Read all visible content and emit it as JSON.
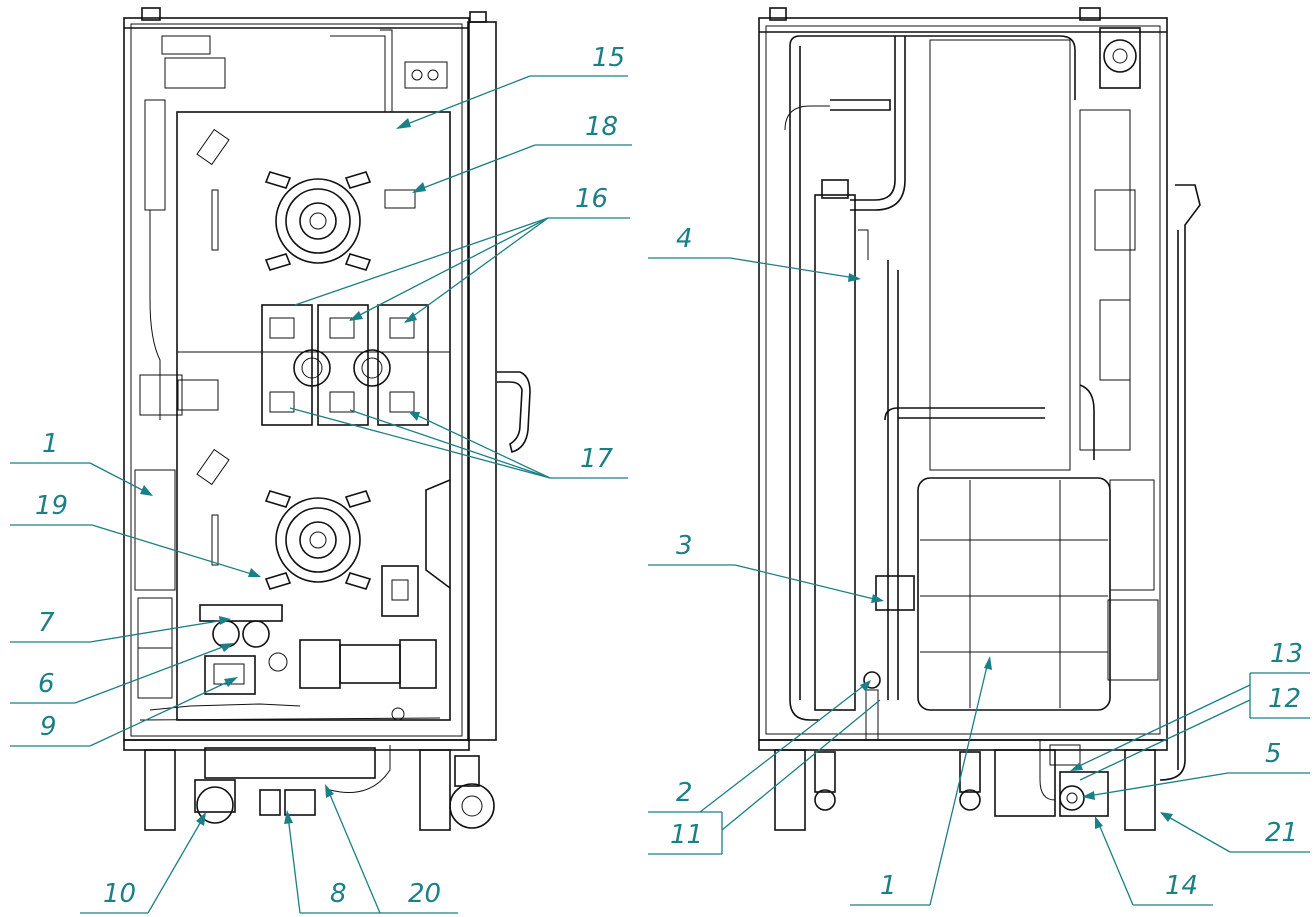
{
  "left_view": {
    "callouts": [
      {
        "id": "c15",
        "label": "15"
      },
      {
        "id": "c18",
        "label": "18"
      },
      {
        "id": "c16",
        "label": "16"
      },
      {
        "id": "c17",
        "label": "17"
      },
      {
        "id": "c1",
        "label": "1"
      },
      {
        "id": "c19",
        "label": "19"
      },
      {
        "id": "c7",
        "label": "7"
      },
      {
        "id": "c6",
        "label": "6"
      },
      {
        "id": "c9",
        "label": "9"
      },
      {
        "id": "c10",
        "label": "10"
      },
      {
        "id": "c8",
        "label": "8"
      },
      {
        "id": "c20",
        "label": "20"
      }
    ]
  },
  "right_view": {
    "callouts": [
      {
        "id": "c4",
        "label": "4"
      },
      {
        "id": "c3",
        "label": "3"
      },
      {
        "id": "c2",
        "label": "2"
      },
      {
        "id": "c11",
        "label": "11"
      },
      {
        "id": "c1b",
        "label": "1"
      },
      {
        "id": "c13",
        "label": "13"
      },
      {
        "id": "c12",
        "label": "12"
      },
      {
        "id": "c5",
        "label": "5"
      },
      {
        "id": "c21",
        "label": "21"
      },
      {
        "id": "c14",
        "label": "14"
      }
    ]
  },
  "colors": {
    "callout": "#1a7f86",
    "linework": "#111111"
  }
}
